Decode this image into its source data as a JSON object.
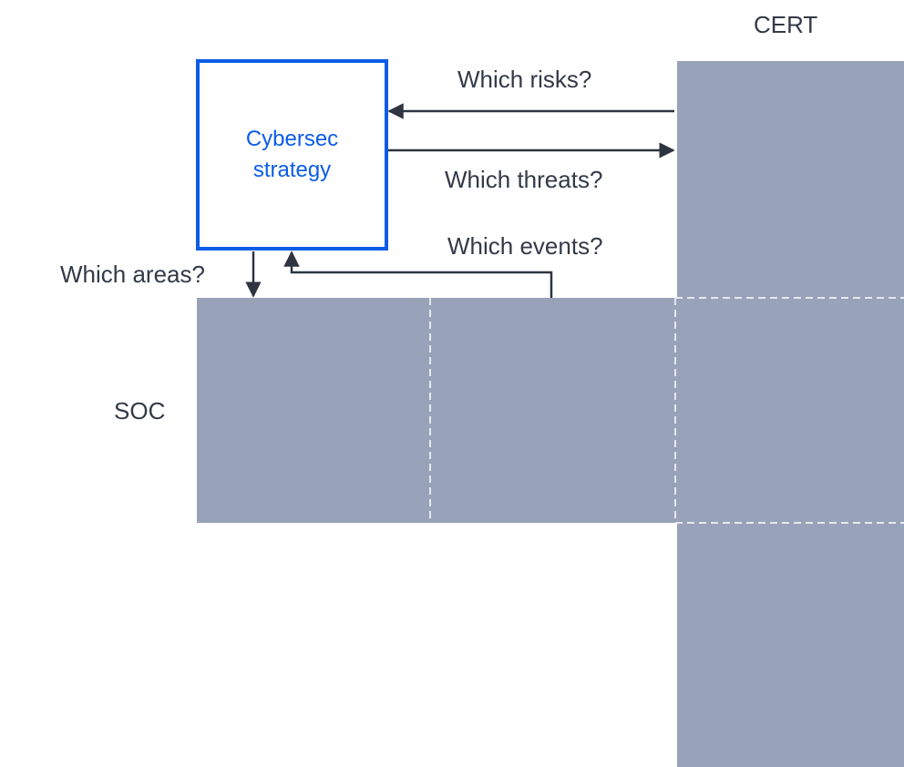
{
  "colors": {
    "block_fill": "#98a3b9",
    "divider": "#e6e8ee",
    "accent": "#0b5ce6",
    "text": "#333a48",
    "arrow": "#2e3440"
  },
  "labels": {
    "cert": "CERT",
    "soc": "SOC",
    "strategy_line1": "Cybersec",
    "strategy_line2": "strategy",
    "which_risks": "Which risks?",
    "which_threats": "Which threats?",
    "which_events": "Which events?",
    "which_areas": "Which areas?"
  }
}
